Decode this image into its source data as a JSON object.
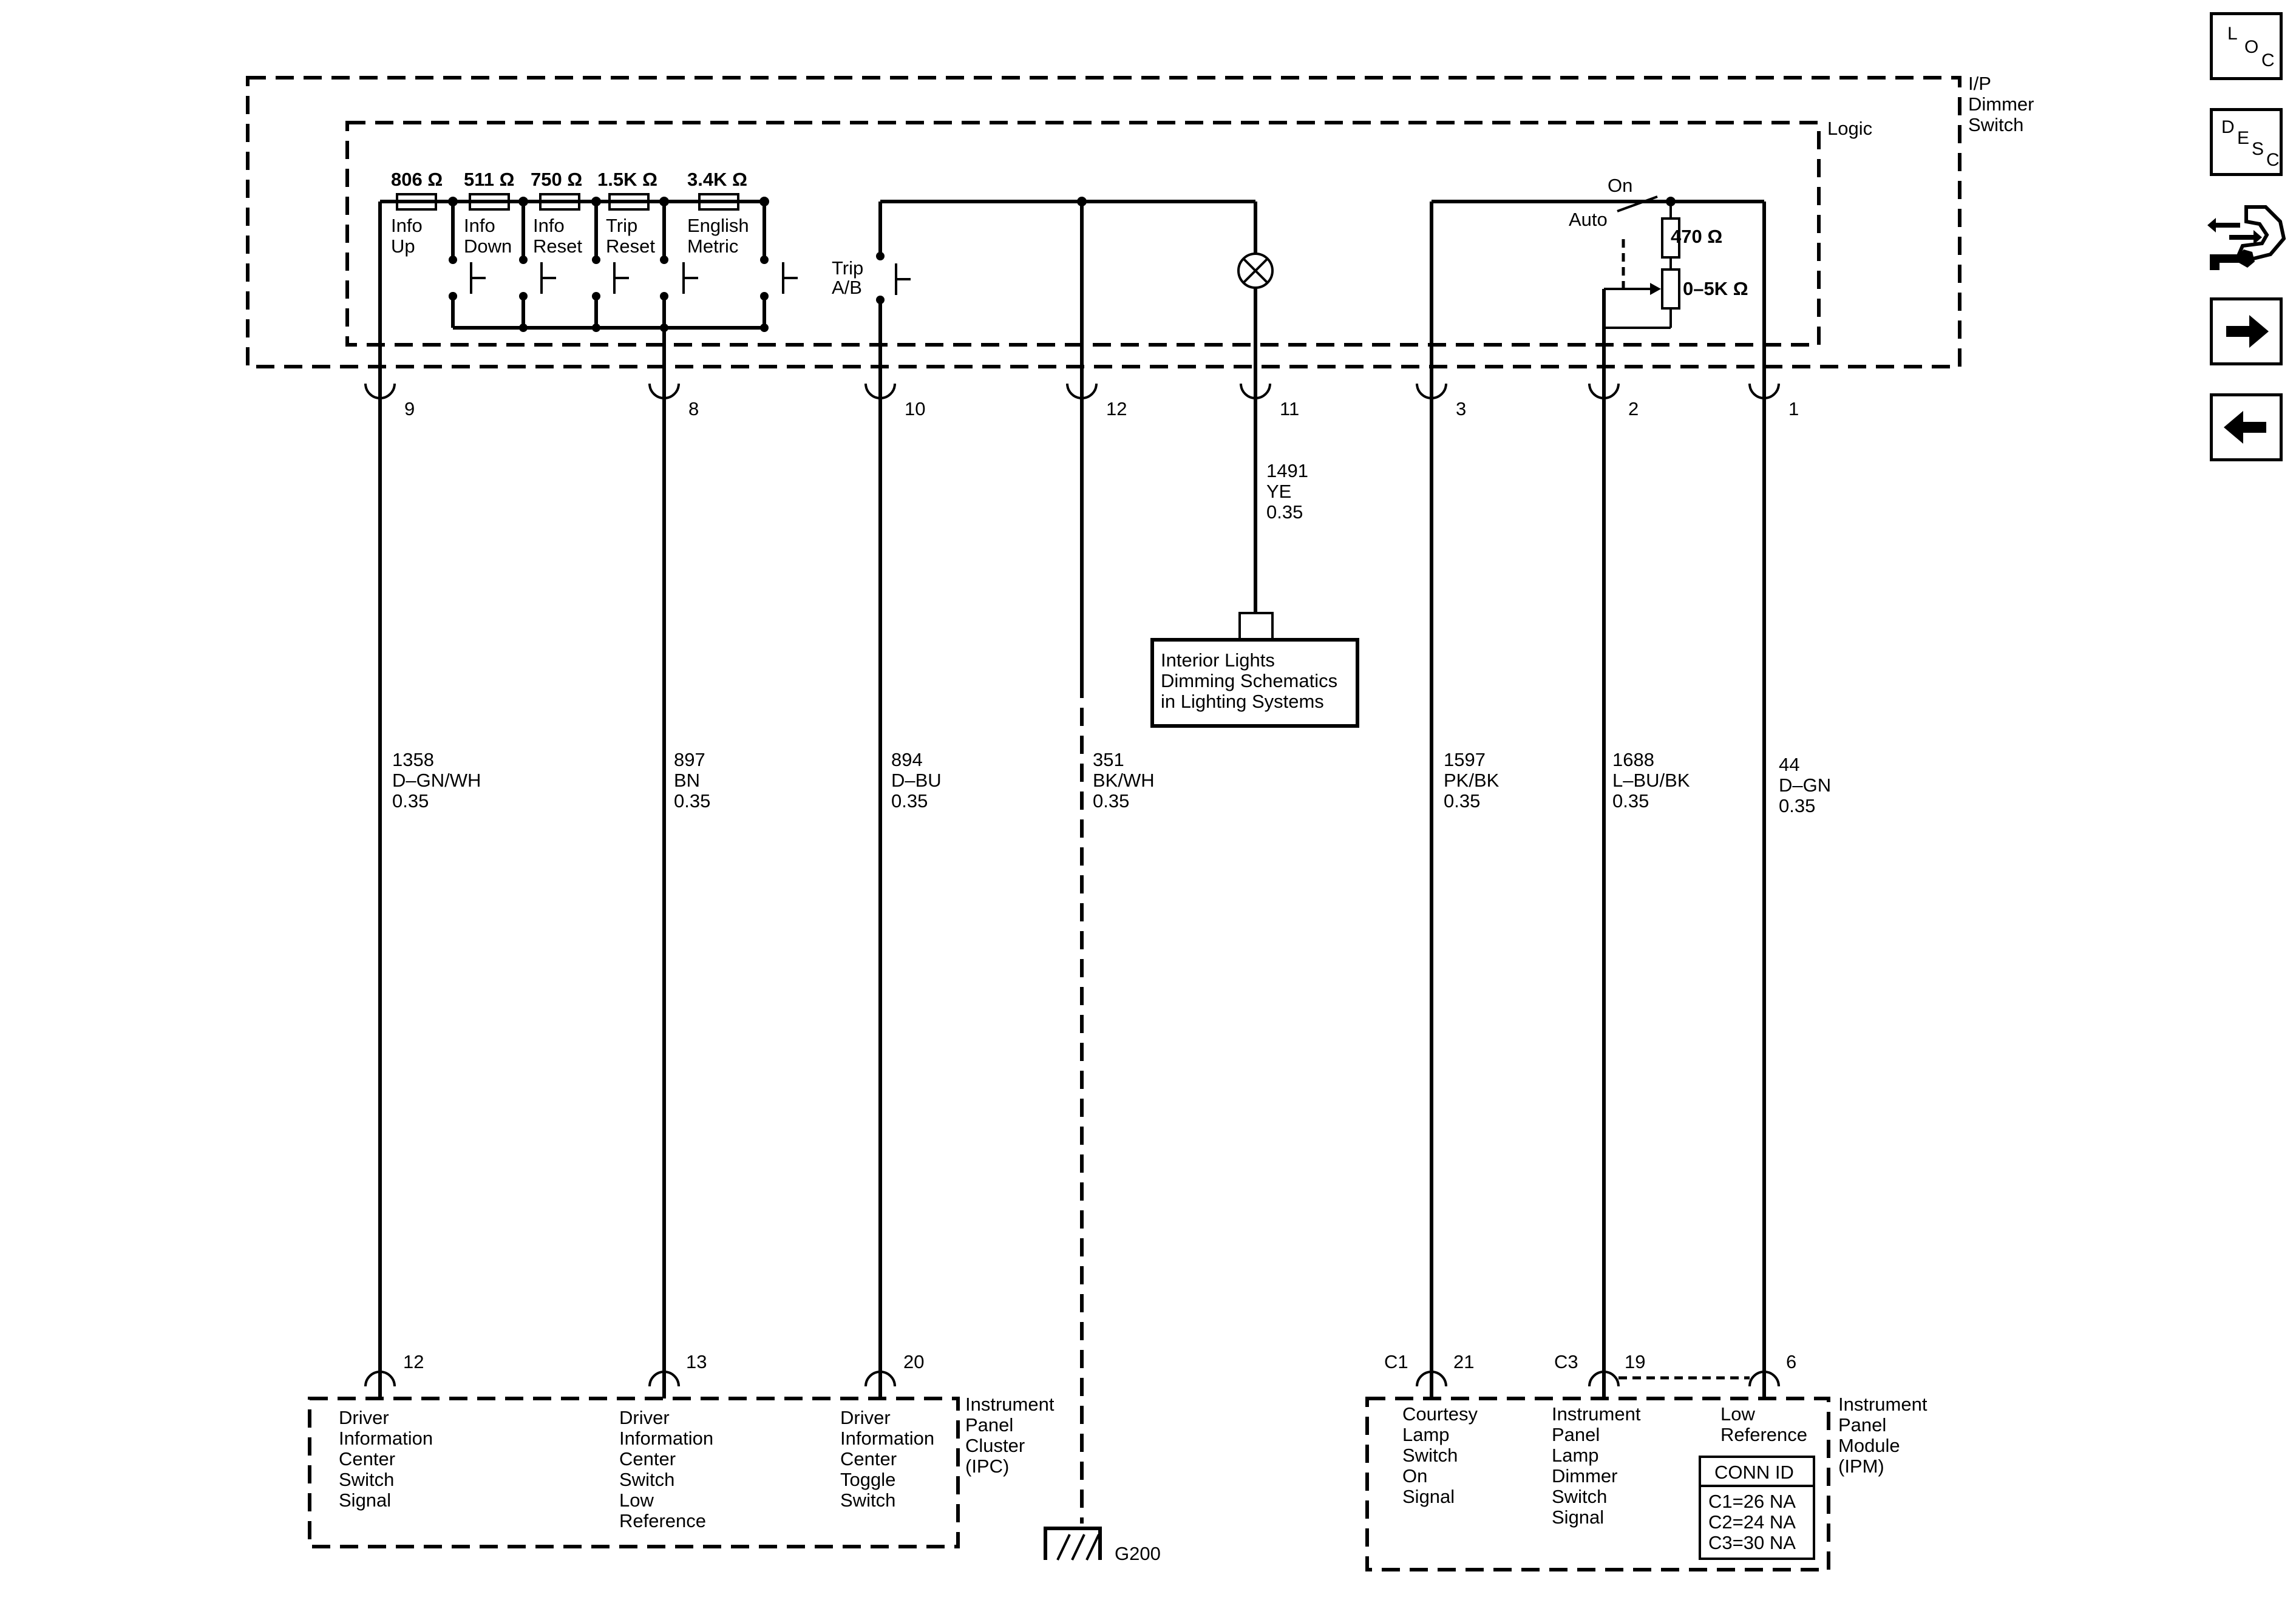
{
  "outer_module_label": [
    "I/P",
    "Dimmer",
    "Switch"
  ],
  "logic_label": "Logic",
  "resistors": [
    {
      "value": "806 Ω",
      "switch_label": [
        "Info",
        "Up"
      ]
    },
    {
      "value": "511 Ω",
      "switch_label": [
        "Info",
        "Down"
      ]
    },
    {
      "value": "750 Ω",
      "switch_label": [
        "Info",
        "Reset"
      ]
    },
    {
      "value": "1.5K Ω",
      "switch_label": [
        "Trip",
        "Reset"
      ]
    },
    {
      "value": "3.4K Ω",
      "switch_label": [
        "English",
        "Metric"
      ]
    }
  ],
  "trip_switch_label": [
    "Trip",
    "A/B"
  ],
  "dimmer": {
    "on": "On",
    "auto": "Auto",
    "r1": "470 Ω",
    "pot": "0–5K Ω"
  },
  "top_pins": [
    "9",
    "8",
    "10",
    "12",
    "11",
    "3",
    "2",
    "1"
  ],
  "wires": [
    {
      "circuit": "1358",
      "color": "D–GN/WH",
      "size": "0.35"
    },
    {
      "circuit": "897",
      "color": "BN",
      "size": "0.35"
    },
    {
      "circuit": "894",
      "color": "D–BU",
      "size": "0.35"
    },
    {
      "circuit": "351",
      "color": "BK/WH",
      "size": "0.35"
    },
    {
      "circuit": "1597",
      "color": "PK/BK",
      "size": "0.35"
    },
    {
      "circuit": "1688",
      "color": "L–BU/BK",
      "size": "0.35"
    },
    {
      "circuit": "44",
      "color": "D–GN",
      "size": "0.35"
    }
  ],
  "lamp_wire": {
    "circuit": "1491",
    "color": "YE",
    "size": "0.35"
  },
  "reference_box": [
    "Interior Lights",
    "Dimming Schematics",
    "in Lighting Systems"
  ],
  "ground": "G200",
  "ipc": {
    "label": [
      "Instrument",
      "Panel",
      "Cluster",
      "(IPC)"
    ],
    "pins": [
      "12",
      "13",
      "20"
    ],
    "signals": [
      [
        "Driver",
        "Information",
        "Center",
        "Switch",
        "Signal"
      ],
      [
        "Driver",
        "Information",
        "Center",
        "Switch",
        "Low",
        "Reference"
      ],
      [
        "Driver",
        "Information",
        "Center",
        "Toggle",
        "Switch"
      ]
    ]
  },
  "ipm": {
    "label": [
      "Instrument",
      "Panel",
      "Module",
      "(IPM)"
    ],
    "connectors": [
      "C1",
      "C3"
    ],
    "pins": [
      "21",
      "19",
      "6"
    ],
    "signals": [
      [
        "Courtesy",
        "Lamp",
        "Switch",
        "On",
        "Signal"
      ],
      [
        "Instrument",
        "Panel",
        "Lamp",
        "Dimmer",
        "Switch",
        "Signal"
      ],
      [
        "Low",
        "Reference"
      ]
    ],
    "conn_id_title": "CONN ID",
    "conn_id": [
      "C1=26 NA",
      "C2=24 NA",
      "C3=30 NA"
    ]
  },
  "nav": {
    "loc": [
      "L",
      "O",
      "C"
    ],
    "desc": [
      "D",
      "E",
      "S",
      "C"
    ]
  }
}
